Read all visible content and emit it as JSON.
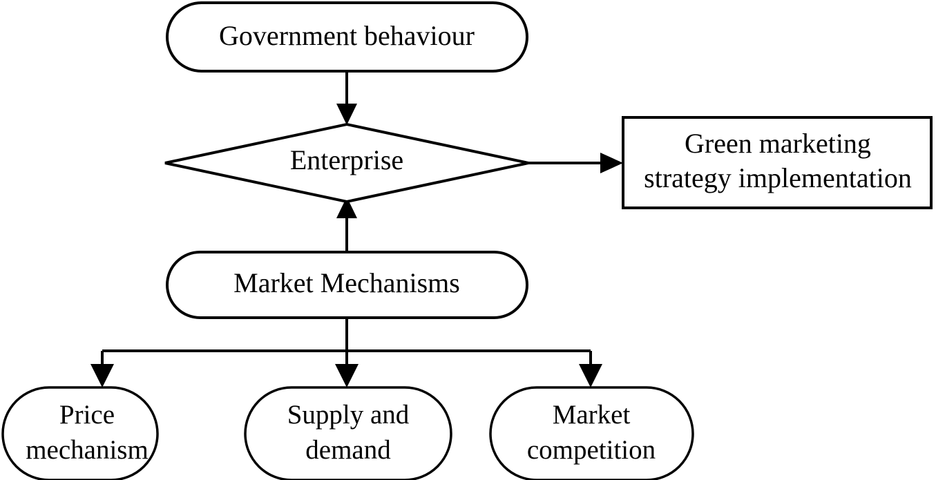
{
  "diagram": {
    "title": "Green marketing strategy influence flowchart",
    "background_color": "#ffffff",
    "line_color": "#000000",
    "text_color": "#000000",
    "nodes": {
      "government": {
        "label": "Government behaviour",
        "shape": "stadium"
      },
      "enterprise": {
        "label": "Enterprise",
        "shape": "diamond"
      },
      "strategy": {
        "label_line1": "Green marketing",
        "label_line2": "strategy implementation",
        "shape": "rectangle"
      },
      "market_mechanisms": {
        "label": "Market Mechanisms",
        "shape": "stadium"
      },
      "price": {
        "label_line1": "Price",
        "label_line2": "mechanism",
        "shape": "stadium"
      },
      "supply": {
        "label_line1": "Supply and",
        "label_line2": "demand",
        "shape": "stadium"
      },
      "competition": {
        "label_line1": "Market",
        "label_line2": "competition",
        "shape": "stadium"
      }
    },
    "edges": [
      {
        "from": "government",
        "to": "enterprise",
        "direction": "down"
      },
      {
        "from": "enterprise",
        "to": "strategy",
        "direction": "right"
      },
      {
        "from": "market_mechanisms",
        "to": "enterprise",
        "direction": "up"
      },
      {
        "from": "market_mechanisms",
        "to": "price",
        "direction": "down"
      },
      {
        "from": "market_mechanisms",
        "to": "supply",
        "direction": "down"
      },
      {
        "from": "market_mechanisms",
        "to": "competition",
        "direction": "down"
      }
    ]
  }
}
